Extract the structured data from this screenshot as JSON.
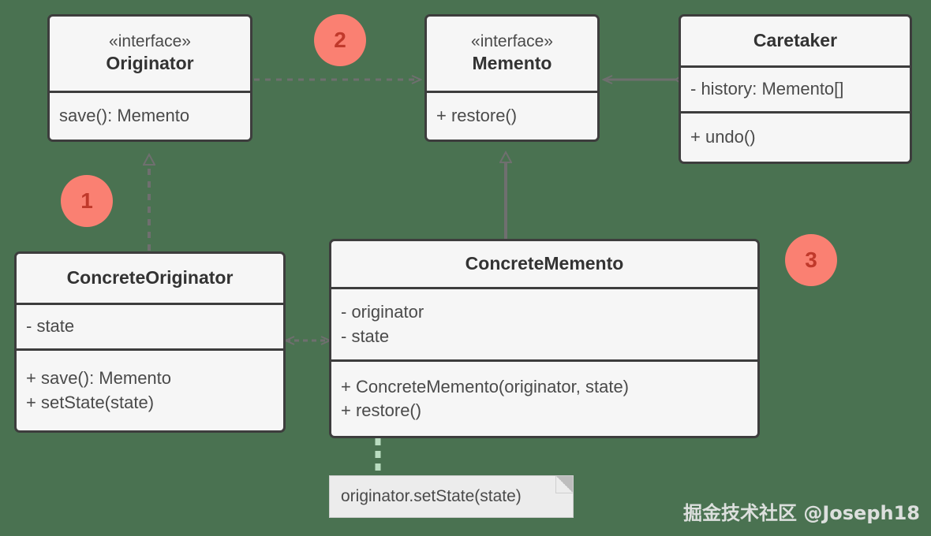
{
  "diagram": {
    "title": "Memento Design Pattern UML Class Diagram",
    "background_color": "#4a7251",
    "box_fill_color": "#f6f6f6",
    "box_border_color": "#3d3d3d",
    "badge_color": "#fa8072",
    "badge_text_color": "#c0392b",
    "connector_color": "#6f6f6f"
  },
  "classes": {
    "originator": {
      "stereotype": "«interface»",
      "name": "Originator",
      "members": [
        "save(): Memento"
      ]
    },
    "memento": {
      "stereotype": "«interface»",
      "name": "Memento",
      "members": [
        "+ restore()"
      ]
    },
    "caretaker": {
      "name": "Caretaker",
      "attributes": [
        "- history: Memento[]"
      ],
      "methods": [
        "+ undo()"
      ]
    },
    "concrete_originator": {
      "name": "ConcreteOriginator",
      "attributes": [
        "- state"
      ],
      "methods": [
        "+ save(): Memento",
        "+ setState(state)"
      ]
    },
    "concrete_memento": {
      "name": "ConcreteMemento",
      "attributes": [
        "- originator",
        "- state"
      ],
      "methods": [
        "+ ConcreteMemento(originator, state)",
        "+ restore()"
      ]
    }
  },
  "note": {
    "text": "originator.setState(state)"
  },
  "badges": [
    {
      "label": "1"
    },
    {
      "label": "2"
    },
    {
      "label": "3"
    }
  ],
  "watermark": {
    "text": "掘金技术社区 @Joseph18"
  }
}
